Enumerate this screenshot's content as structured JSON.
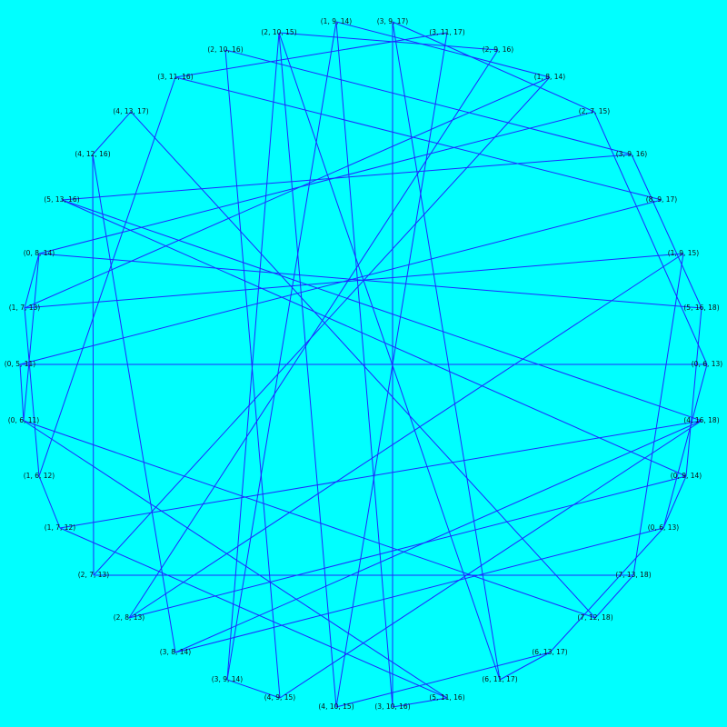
{
  "diagram": {
    "background": "#00ffff",
    "edge_color": "#1e28ff",
    "label_color": "#111111",
    "nodes": [
      {
        "id": "n0",
        "label": "(1, 9, 14)"
      },
      {
        "id": "n1",
        "label": "(3, 9, 17)"
      },
      {
        "id": "n2",
        "label": "(3, 11, 17)"
      },
      {
        "id": "n3",
        "label": "(2, 9, 16)"
      },
      {
        "id": "n4",
        "label": "(1, 8, 14)"
      },
      {
        "id": "n5",
        "label": "(2, 7, 15)"
      },
      {
        "id": "n6",
        "label": "(3, 9, 16)"
      },
      {
        "id": "n7",
        "label": "(8, 9, 17)"
      },
      {
        "id": "n8",
        "label": "(1, 9, 15)"
      },
      {
        "id": "n9",
        "label": "(5, 16, 18)"
      },
      {
        "id": "n10",
        "label": "(0, 6, 13)"
      },
      {
        "id": "n11",
        "label": "(4, 16, 18)"
      },
      {
        "id": "n12",
        "label": "(0, 9, 14)"
      },
      {
        "id": "n13",
        "label": "(0, 6, 13)"
      },
      {
        "id": "n14",
        "label": "(7, 13, 18)"
      },
      {
        "id": "n15",
        "label": "(7, 12, 18)"
      },
      {
        "id": "n16",
        "label": "(6, 13, 17)"
      },
      {
        "id": "n17",
        "label": "(6, 11, 17)"
      },
      {
        "id": "n18",
        "label": "(5, 11, 16)"
      },
      {
        "id": "n19",
        "label": "(3, 10, 16)"
      },
      {
        "id": "n20",
        "label": "(4, 10, 15)"
      },
      {
        "id": "n21",
        "label": "(4, 9, 15)"
      },
      {
        "id": "n22",
        "label": "(3, 9, 14)"
      },
      {
        "id": "n23",
        "label": "(3, 8, 14)"
      },
      {
        "id": "n24",
        "label": "(2, 8, 13)"
      },
      {
        "id": "n25",
        "label": "(2, 7, 13)"
      },
      {
        "id": "n26",
        "label": "(1, 7, 12)"
      },
      {
        "id": "n27",
        "label": "(1, 6, 12)"
      },
      {
        "id": "n28",
        "label": "(0, 6, 11)"
      },
      {
        "id": "n29",
        "label": "(0, 5, 11)"
      },
      {
        "id": "n30",
        "label": "(1, 7, 13)"
      },
      {
        "id": "n31",
        "label": "(0, 8, 14)"
      },
      {
        "id": "n32",
        "label": "(5, 13, 16)"
      },
      {
        "id": "n33",
        "label": "(4, 12, 16)"
      },
      {
        "id": "n34",
        "label": "(4, 13, 17)"
      },
      {
        "id": "n35",
        "label": "(3, 11, 16)"
      },
      {
        "id": "n36",
        "label": "(2, 10, 16)"
      },
      {
        "id": "n37",
        "label": "(2, 10, 15)"
      }
    ],
    "edges": [
      [
        "n29",
        "n10"
      ],
      [
        "n13",
        "n16"
      ],
      [
        "n28",
        "n18"
      ],
      [
        "n26",
        "n27"
      ],
      [
        "n26",
        "n11"
      ],
      [
        "n27",
        "n30"
      ],
      [
        "n29",
        "n28"
      ],
      [
        "n30",
        "n8"
      ],
      [
        "n30",
        "n4"
      ],
      [
        "n31",
        "n9"
      ],
      [
        "n31",
        "n5"
      ],
      [
        "n32",
        "n11"
      ],
      [
        "n32",
        "n12"
      ],
      [
        "n33",
        "n23"
      ],
      [
        "n33",
        "n34"
      ],
      [
        "n34",
        "n15"
      ],
      [
        "n35",
        "n7"
      ],
      [
        "n35",
        "n2"
      ],
      [
        "n36",
        "n21"
      ],
      [
        "n36",
        "n6"
      ],
      [
        "n37",
        "n17"
      ],
      [
        "n37",
        "n3"
      ],
      [
        "n0",
        "n22"
      ],
      [
        "n0",
        "n4"
      ],
      [
        "n1",
        "n19"
      ],
      [
        "n1",
        "n5"
      ],
      [
        "n2",
        "n20"
      ],
      [
        "n3",
        "n24"
      ],
      [
        "n4",
        "n25"
      ],
      [
        "n5",
        "n10"
      ],
      [
        "n6",
        "n9"
      ],
      [
        "n7",
        "n29"
      ],
      [
        "n8",
        "n14"
      ],
      [
        "n9",
        "n12"
      ],
      [
        "n10",
        "n13"
      ],
      [
        "n11",
        "n21"
      ],
      [
        "n12",
        "n24"
      ],
      [
        "n12",
        "n13"
      ],
      [
        "n13",
        "n23"
      ],
      [
        "n14",
        "n25"
      ],
      [
        "n14",
        "n15"
      ],
      [
        "n15",
        "n28"
      ],
      [
        "n16",
        "n20"
      ],
      [
        "n16",
        "n17"
      ],
      [
        "n17",
        "n1"
      ],
      [
        "n18",
        "n26"
      ],
      [
        "n18",
        "n19"
      ],
      [
        "n19",
        "n0"
      ],
      [
        "n20",
        "n37"
      ],
      [
        "n21",
        "n22"
      ],
      [
        "n22",
        "n37"
      ],
      [
        "n23",
        "n11"
      ],
      [
        "n24",
        "n8"
      ],
      [
        "n25",
        "n33"
      ],
      [
        "n27",
        "n35"
      ],
      [
        "n28",
        "n31"
      ],
      [
        "n30",
        "n31"
      ],
      [
        "n32",
        "n6"
      ]
    ]
  }
}
